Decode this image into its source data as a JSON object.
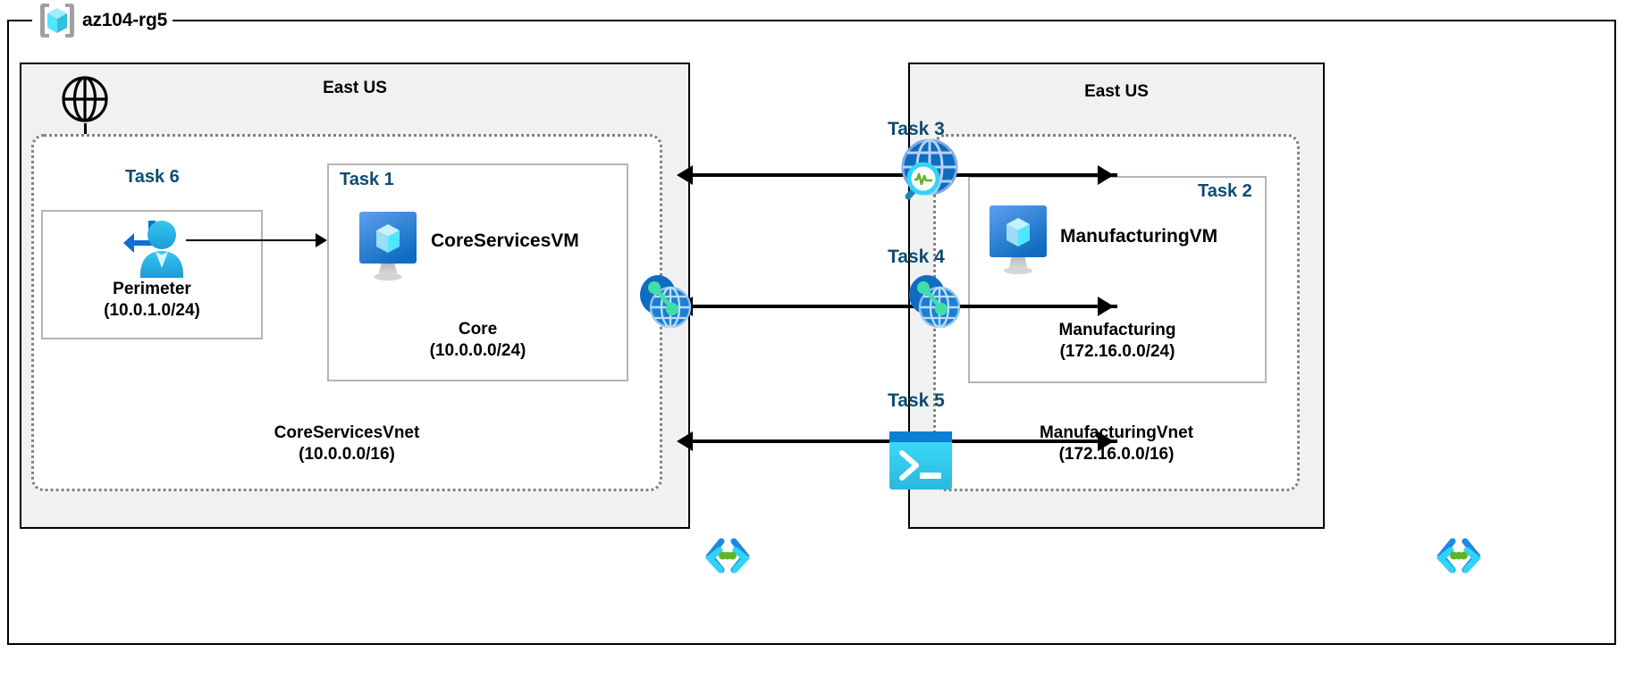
{
  "diagram": {
    "resource_group": {
      "name": "az104-rg5",
      "icon": "resource-group-cube-icon"
    },
    "regions": [
      {
        "id": "left",
        "label": "East US"
      },
      {
        "id": "right",
        "label": "East US"
      }
    ],
    "vnets": [
      {
        "id": "coreservices",
        "name": "CoreServicesVnet",
        "cidr": "(10.0.0.0/16)",
        "corner_icon": "virtual-network-icon"
      },
      {
        "id": "manufacturing",
        "name": "ManufacturingVnet",
        "cidr": "(172.16.0.0/16)",
        "corner_icon": "virtual-network-icon"
      }
    ],
    "subnets": [
      {
        "id": "perimeter",
        "name": "Perimeter",
        "cidr": "(10.0.1.0/24)",
        "task": "Task 6",
        "icon": "bastion-user-icon"
      },
      {
        "id": "core",
        "name": "Core",
        "cidr": "(10.0.0.0/24)",
        "task": "Task 1",
        "vm_name": "CoreServicesVM",
        "icon": "virtual-machine-icon"
      },
      {
        "id": "manufacturing",
        "name": "Manufacturing",
        "cidr": "(172.16.0.0/24)",
        "task": "Task 2",
        "vm_name": "ManufacturingVM",
        "icon": "virtual-machine-icon"
      }
    ],
    "internet": {
      "icon": "internet-globe-icon"
    },
    "connections": [
      {
        "id": "task3",
        "task": "Task 3",
        "icon": "network-watcher-icon",
        "direction": "bidirectional"
      },
      {
        "id": "task4",
        "task": "Task 4",
        "icon": "vnet-peering-icon",
        "direction": "bidirectional"
      },
      {
        "id": "task5",
        "task": "Task 5",
        "icon": "cloud-shell-icon",
        "direction": "bidirectional"
      }
    ],
    "peering_icons": [
      {
        "id": "peering-left",
        "icon": "vnet-peering-icon"
      },
      {
        "id": "peering-right",
        "icon": "vnet-peering-icon"
      }
    ],
    "colors": {
      "task_label": "#0d4c72",
      "region_fill": "#f1f1f1",
      "vnet_border": "#808080",
      "subnet_border": "#b5b5b5",
      "azure_blue": "#0078d4",
      "azure_cyan": "#32d4f5",
      "accent_green": "#5fb522",
      "line": "#000000"
    }
  }
}
